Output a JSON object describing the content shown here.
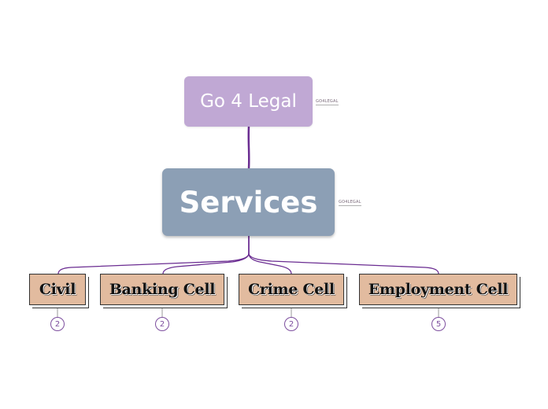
{
  "root": {
    "label": "Go 4 Legal"
  },
  "central": {
    "label": "Services"
  },
  "logo": {
    "text": "GO4LEGAL"
  },
  "branches": [
    {
      "label": "Civil",
      "count": "2"
    },
    {
      "label": "Banking Cell",
      "count": "2"
    },
    {
      "label": "Crime Cell",
      "count": "2"
    },
    {
      "label": "Employment Cell",
      "count": "5"
    }
  ],
  "colors": {
    "root_fill": "#c0a8d4",
    "central_fill": "#8c9fb5",
    "branch_fill": "#e2bb9f",
    "connector": "#6a2c91",
    "badge": "#7d4e9e"
  }
}
